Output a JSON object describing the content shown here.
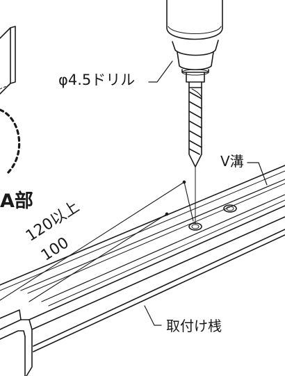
{
  "labels": {
    "drill": "φ4.5ドリル",
    "v_groove": "V溝",
    "mounting_rail": "取付け桟",
    "detail_part": "A部",
    "dim_120": "120以上",
    "dim_100": "100"
  },
  "colors": {
    "ink": "#1a1a1a",
    "background": "#ffffff"
  }
}
